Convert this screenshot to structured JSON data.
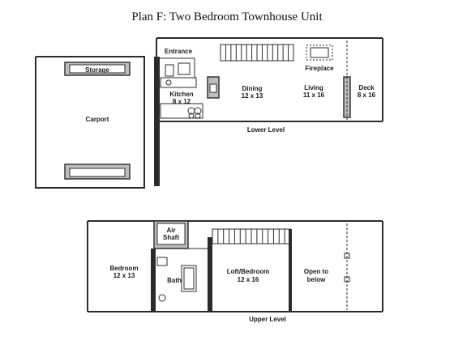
{
  "title": "Plan F: Two Bedroom Townhouse Unit",
  "lower_level": {
    "level_label": "Lower Level",
    "rooms": {
      "storage": "Storage",
      "carport": "Carport",
      "entrance": "Entrance",
      "kitchen": "Kitchen",
      "kitchen_size": "8 x 12",
      "dining": "Dining",
      "dining_size": "12 x 13",
      "fireplace": "Fireplace",
      "living": "Living",
      "living_size": "11 x 16",
      "deck": "Deck",
      "deck_size": "8 x 16"
    }
  },
  "upper_level": {
    "level_label": "Upper Level",
    "rooms": {
      "air": "Air",
      "shaft": "Shaft",
      "bedroom": "Bedroom",
      "bedroom_size": "12 x 13",
      "bath": "Bath",
      "loft": "Loft/Bedroom",
      "loft_size": "12 x 16",
      "open": "Open to",
      "below": "below"
    }
  }
}
